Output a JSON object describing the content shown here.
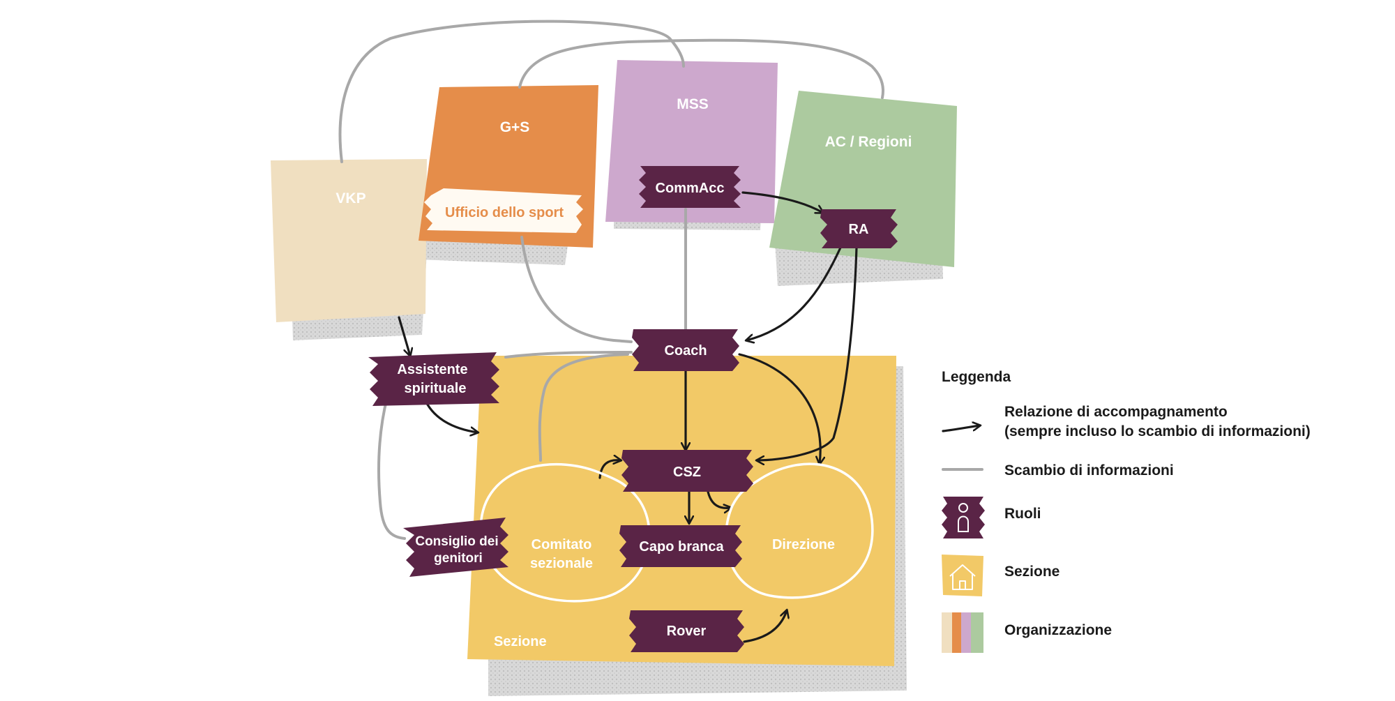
{
  "organizations": {
    "vkp": {
      "label": "VKP",
      "color": "#f0dfc0"
    },
    "gs": {
      "label": "G+S",
      "color": "#e58d4a",
      "sub_label": "Ufficio dello sport",
      "sub_color": "#e58d4a"
    },
    "mss": {
      "label": "MSS",
      "color": "#cda8cd"
    },
    "ac": {
      "label": "AC / Regioni",
      "color": "#acca9f"
    }
  },
  "sezione": {
    "label": "Sezione",
    "color": "#f2c967"
  },
  "circles": {
    "comitato": {
      "label": [
        "Comitato",
        "sezionale"
      ]
    },
    "direzione": {
      "label": "Direzione"
    }
  },
  "roles": {
    "commacc": "CommAcc",
    "ra": "RA",
    "coach": "Coach",
    "assistente": [
      "Assistente",
      "spirituale"
    ],
    "csz": "CSZ",
    "capo": "Capo branca",
    "consiglio": [
      "Consiglio dei",
      "genitori"
    ],
    "rover": "Rover"
  },
  "role_color": "#5a2446",
  "legend": {
    "title": "Leggenda",
    "items": [
      {
        "type": "arrow",
        "label": [
          "Relazione di accompagnamento",
          "(sempre incluso lo scambio di informazioni)"
        ]
      },
      {
        "type": "gray-line",
        "label": "Scambio di informazioni"
      },
      {
        "type": "role",
        "label": "Ruoli"
      },
      {
        "type": "sezione",
        "label": "Sezione"
      },
      {
        "type": "organizzazione",
        "label": "Organizzazione"
      }
    ]
  }
}
